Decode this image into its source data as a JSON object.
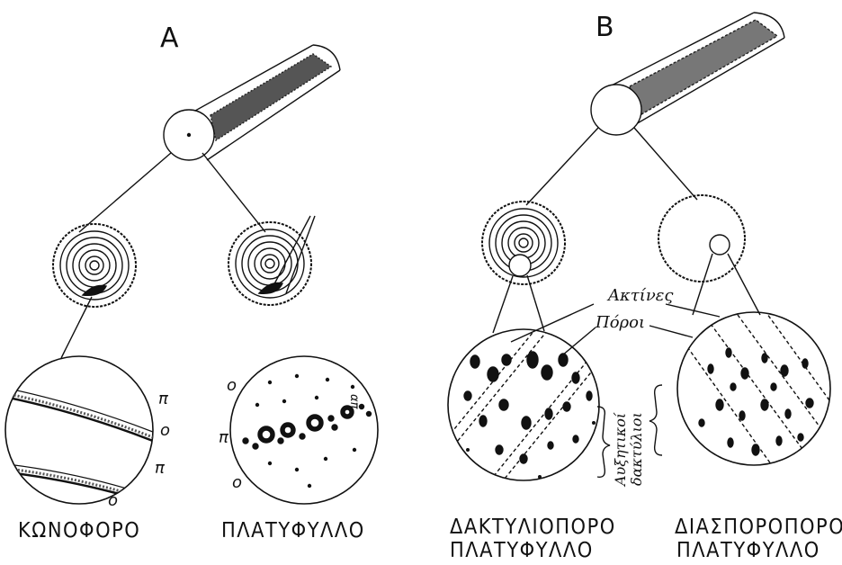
{
  "panels": {
    "a": "A",
    "b": "B"
  },
  "captions": {
    "conifer": "ΚΩΝΟΦΟΡΟ",
    "broadleaf": "ΠΛΑΤΥΦΥΛΛΟ",
    "ring_porous_1": "ΔΑΚΤΥΛΙΟΠΟΡΟ",
    "ring_porous_2": "ΠΛΑΤΥΦΥΛΛΟ",
    "diffuse_porous_1": "ΔΙΑΣΠΟΡΟΠΟΡΟ",
    "diffuse_porous_2": "ΠΛΑΤΥΦΥΛΛΟ"
  },
  "annotations": {
    "rays": "Ακτίνες",
    "pores": "Πόροι",
    "growth_rings_1": "Αυξητικοί",
    "growth_rings_2": "δακτύλιοι"
  },
  "markers": {
    "p1": "π",
    "o1": "ο",
    "p2": "π",
    "o2": "ο",
    "o3": "ο",
    "p3": "π",
    "o4": "ο",
    "ap": "απ"
  },
  "colors": {
    "ink": "#111111",
    "paper": "#ffffff"
  }
}
